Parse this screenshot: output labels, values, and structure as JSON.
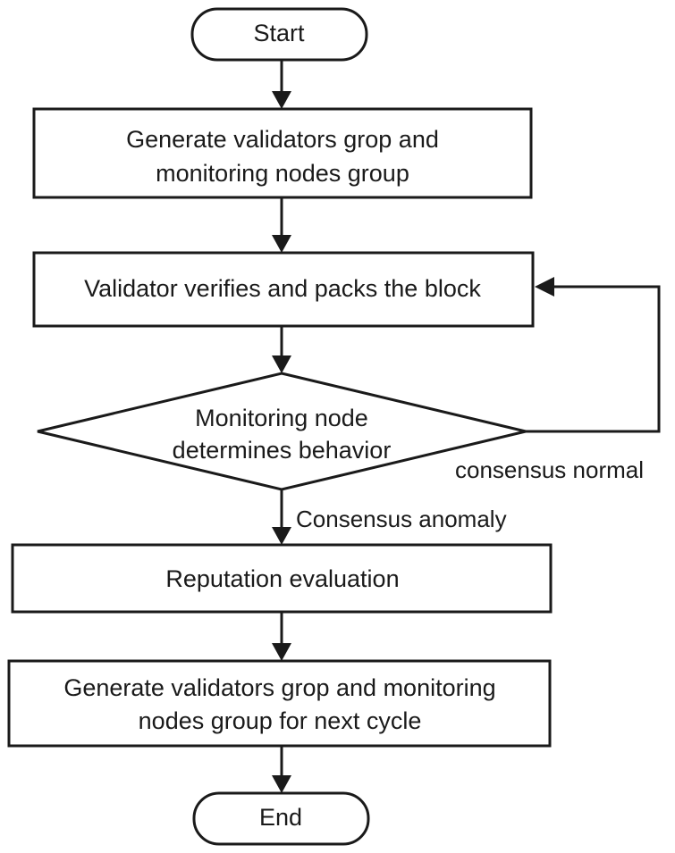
{
  "nodes": {
    "start": {
      "label": "Start"
    },
    "generate_groups": {
      "lines": [
        "Generate validators grop and",
        "monitoring nodes group"
      ]
    },
    "validator_packs": {
      "label": "Validator verifies and packs the block"
    },
    "monitoring_decision": {
      "lines": [
        "Monitoring node",
        "determines behavior"
      ]
    },
    "reputation": {
      "label": "Reputation evaluation"
    },
    "generate_next": {
      "lines": [
        "Generate validators grop and monitoring",
        "nodes group for next cycle"
      ]
    },
    "end": {
      "label": "End"
    }
  },
  "edges": {
    "consensus_normal": {
      "label": "consensus normal"
    },
    "consensus_anomaly": {
      "label": "Consensus anomaly"
    }
  },
  "colors": {
    "stroke": "#1a1a1a",
    "fill": "#ffffff"
  }
}
